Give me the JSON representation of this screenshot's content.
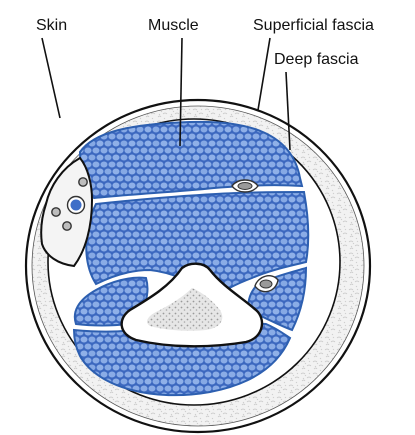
{
  "labels": {
    "skin": "Skin",
    "muscle": "Muscle",
    "superficial_fascia": "Superficial fascia",
    "deep_fascia": "Deep fascia"
  },
  "colors": {
    "muscle_fill": "#7fa3e0",
    "fascia_line": "#2d5fb0",
    "fat_fill": "#f2f2f2",
    "fat_texture": "#c8c8c8",
    "outline": "#111111",
    "bone": "#ffffff",
    "marrow": "#cfcfcf",
    "vessel": "#3f6fc8",
    "nerve": "#9a9a9a"
  }
}
